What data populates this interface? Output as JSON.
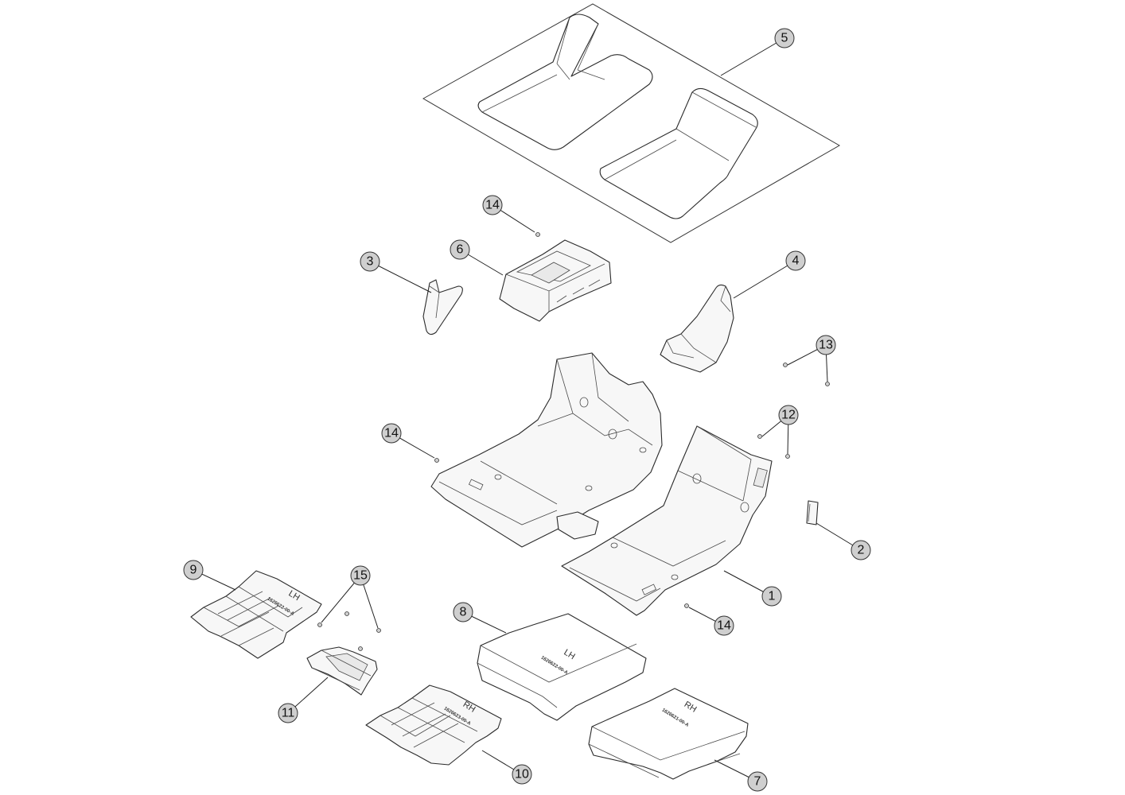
{
  "callouts": {
    "c1": "1",
    "c2": "2",
    "c3": "3",
    "c4": "4",
    "c5": "5",
    "c6": "6",
    "c7": "7",
    "c8": "8",
    "c9": "9",
    "c10": "10",
    "c11": "11",
    "c12": "12",
    "c13": "13",
    "c14a": "14",
    "c14b": "14",
    "c14c": "14",
    "c15": "15"
  },
  "part_labels": {
    "mat8_side": "LH",
    "mat8_code": "1626622-00-A",
    "mat7_side": "RH",
    "mat7_code": "1626621-00-A",
    "tray9_side": "LH",
    "tray9_code": "1626622-00-A",
    "tray10_side": "RH",
    "tray10_code": "1626623-00-A"
  },
  "colors": {
    "callout_fill": "#cfcfcf",
    "line": "#2b2b2b"
  }
}
